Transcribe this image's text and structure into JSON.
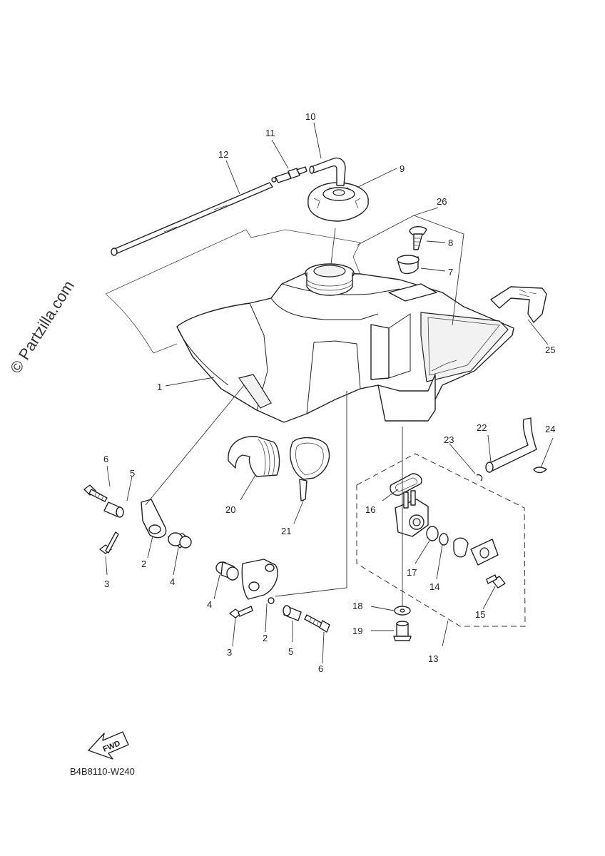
{
  "watermark": "© Partzilla.com",
  "diagram_code": "B4B8110-W240",
  "fwd_label": "FWD",
  "callouts": [
    "1",
    "2",
    "2",
    "3",
    "3",
    "4",
    "4",
    "5",
    "5",
    "6",
    "6",
    "7",
    "8",
    "9",
    "10",
    "11",
    "12",
    "13",
    "14",
    "15",
    "16",
    "17",
    "18",
    "19",
    "20",
    "21",
    "22",
    "23",
    "24",
    "25",
    "26"
  ]
}
